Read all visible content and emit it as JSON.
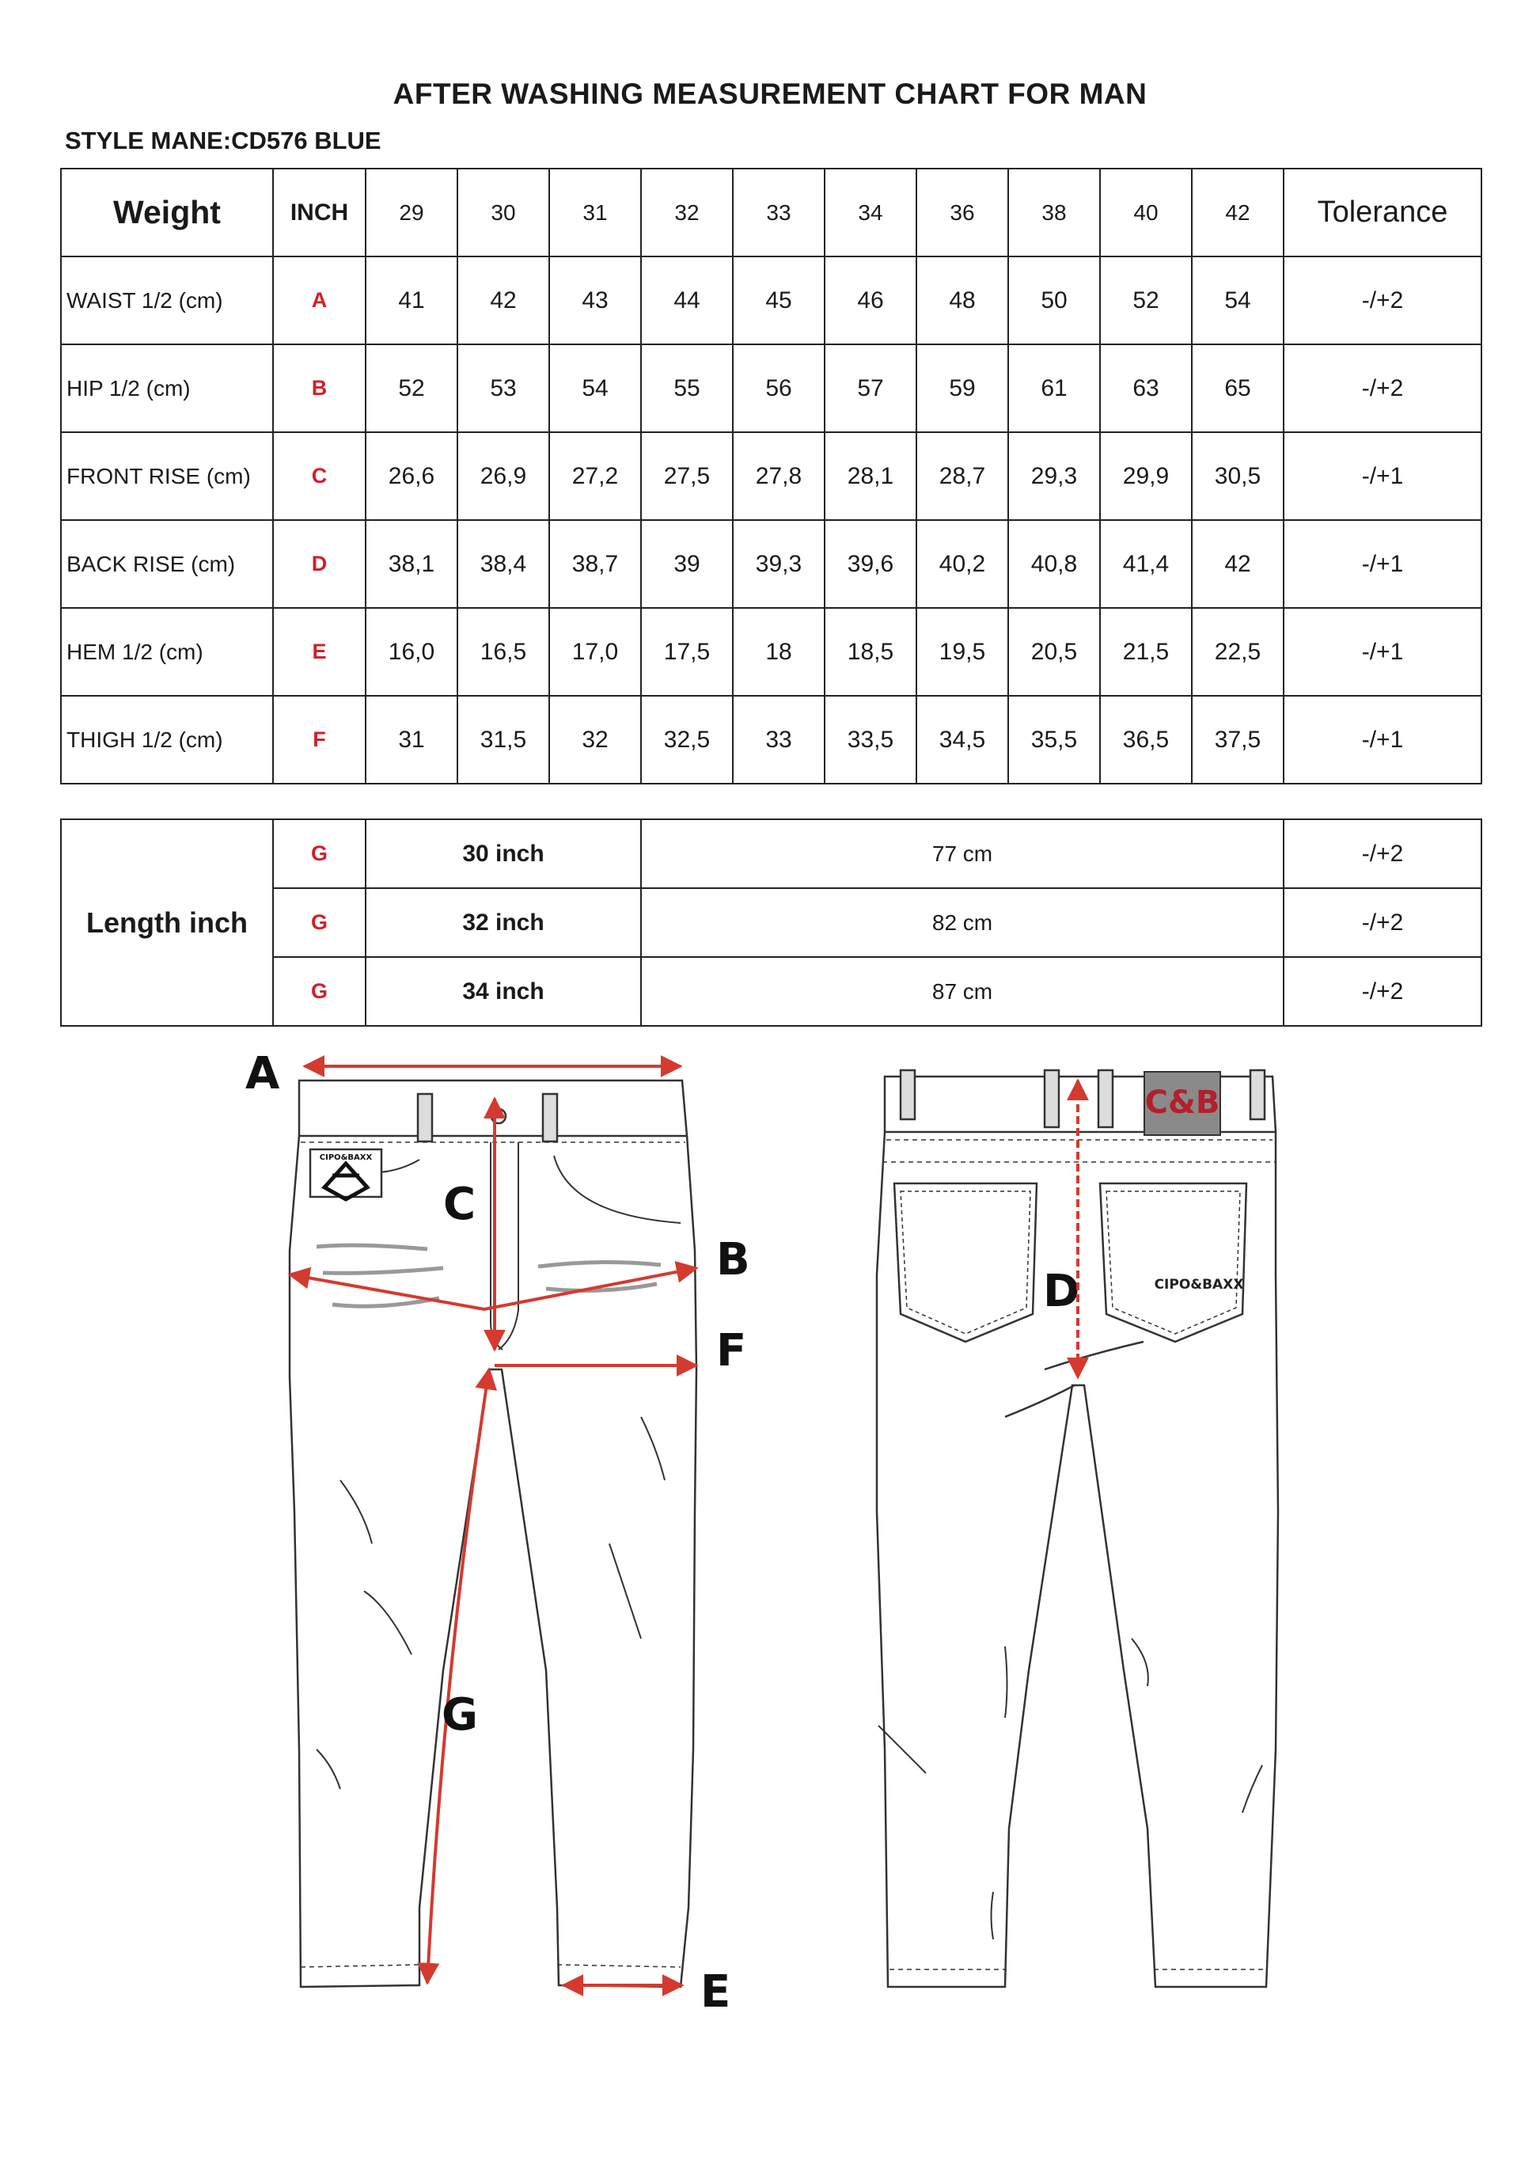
{
  "title": "AFTER WASHING MEASUREMENT CHART FOR MAN",
  "style_name": "STYLE MANE:CD576 BLUE",
  "size_table": {
    "weight_label": "Weight",
    "inch_label": "INCH",
    "sizes": [
      "29",
      "30",
      "31",
      "32",
      "33",
      "34",
      "36",
      "38",
      "40",
      "42"
    ],
    "tolerance_label": "Tolerance",
    "rows": [
      {
        "label": "WAIST 1/2 (cm)",
        "code": "A",
        "values": [
          "41",
          "42",
          "43",
          "44",
          "45",
          "46",
          "48",
          "50",
          "52",
          "54"
        ],
        "tolerance": "-/+2"
      },
      {
        "label": "HIP 1/2 (cm)",
        "code": "B",
        "values": [
          "52",
          "53",
          "54",
          "55",
          "56",
          "57",
          "59",
          "61",
          "63",
          "65"
        ],
        "tolerance": "-/+2"
      },
      {
        "label": "FRONT RISE (cm)",
        "code": "C",
        "values": [
          "26,6",
          "26,9",
          "27,2",
          "27,5",
          "27,8",
          "28,1",
          "28,7",
          "29,3",
          "29,9",
          "30,5"
        ],
        "tolerance": "-/+1"
      },
      {
        "label": "BACK RISE (cm)",
        "code": "D",
        "values": [
          "38,1",
          "38,4",
          "38,7",
          "39",
          "39,3",
          "39,6",
          "40,2",
          "40,8",
          "41,4",
          "42"
        ],
        "tolerance": "-/+1"
      },
      {
        "label": "HEM 1/2  (cm)",
        "code": "E",
        "values": [
          "16,0",
          "16,5",
          "17,0",
          "17,5",
          "18",
          "18,5",
          "19,5",
          "20,5",
          "21,5",
          "22,5"
        ],
        "tolerance": "-/+1"
      },
      {
        "label": "THIGH 1/2 (cm)",
        "code": "F",
        "values": [
          "31",
          "31,5",
          "32",
          "32,5",
          "33",
          "33,5",
          "34,5",
          "35,5",
          "36,5",
          "37,5"
        ],
        "tolerance": "-/+1"
      }
    ]
  },
  "length_table": {
    "label": "Length inch",
    "rows": [
      {
        "code": "G",
        "inch": "30 inch",
        "cm": "77 cm",
        "tolerance": "-/+2"
      },
      {
        "code": "G",
        "inch": "32 inch",
        "cm": "82 cm",
        "tolerance": "-/+2"
      },
      {
        "code": "G",
        "inch": "34 inch",
        "cm": "87 cm",
        "tolerance": "-/+2"
      }
    ]
  },
  "diagram": {
    "labels": {
      "a": "A",
      "b": "B",
      "c": "C",
      "d": "D",
      "e": "E",
      "f": "F",
      "g": "G"
    },
    "brand_patch": "C&B",
    "front_logo": "CIPO&BAXX",
    "back_pocket_text": "CIPO&BAXX",
    "arrow_color": "#d43a2f",
    "patch_color": "#8a8a8a"
  }
}
